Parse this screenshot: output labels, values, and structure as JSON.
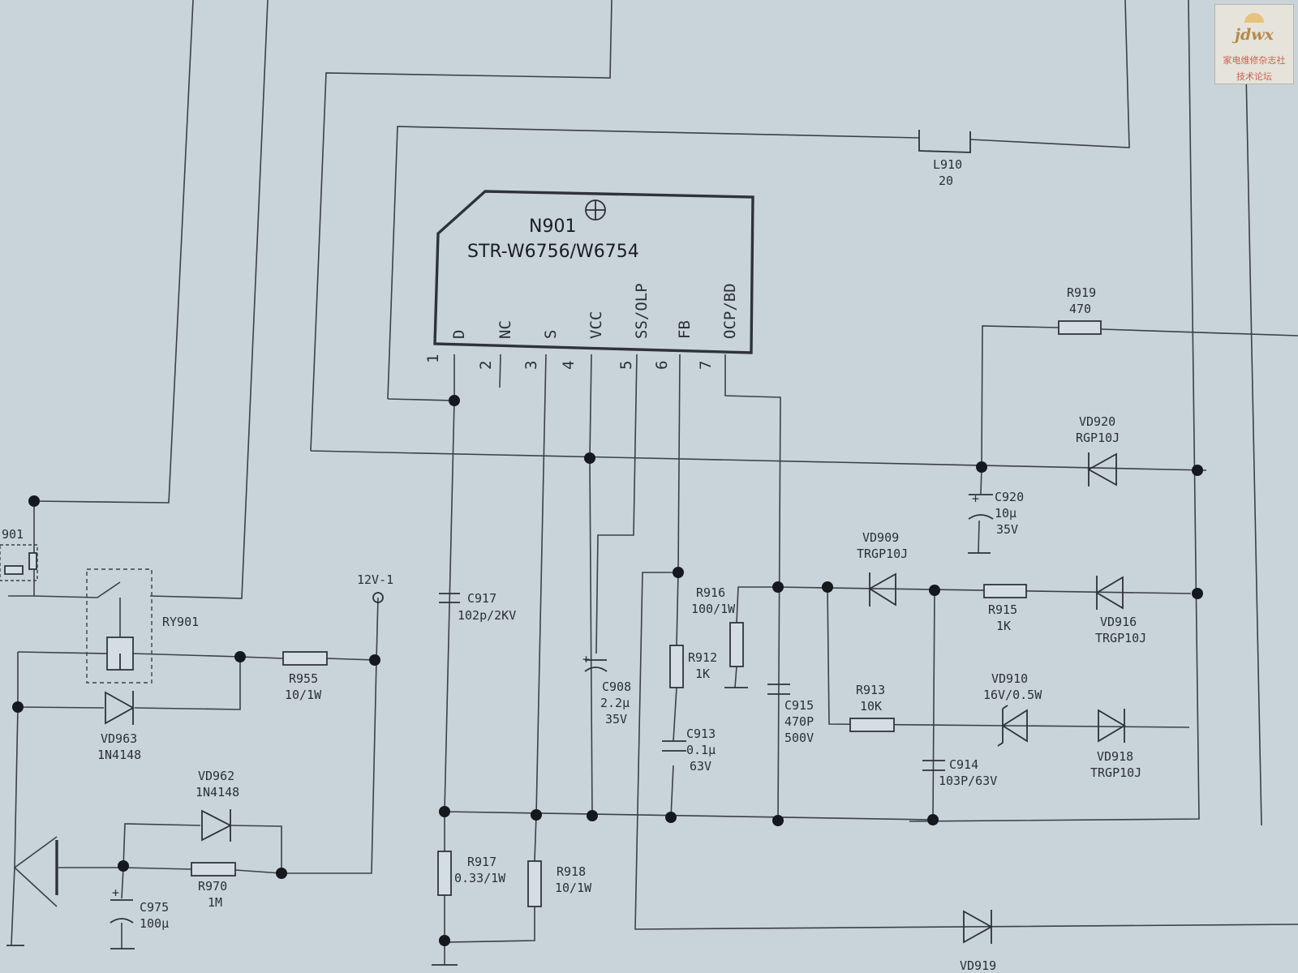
{
  "watermark": {
    "logo_text": "jdwx",
    "line1": "家电维修杂志社",
    "line2": "技术论坛",
    "colors": {
      "accent": "#b38a4d",
      "text": "#c9624d"
    }
  },
  "ic": {
    "ref": "N901",
    "part": "STR-W6756/W6754",
    "pins": [
      {
        "num": "1",
        "name": "D"
      },
      {
        "num": "2",
        "name": "NC"
      },
      {
        "num": "3",
        "name": "S"
      },
      {
        "num": "4",
        "name": "VCC"
      },
      {
        "num": "5",
        "name": "SS/OLP"
      },
      {
        "num": "6",
        "name": "FB"
      },
      {
        "num": "7",
        "name": "OCP/BD"
      }
    ]
  },
  "components": {
    "L910": {
      "ref": "L910",
      "value": "20"
    },
    "R919": {
      "ref": "R919",
      "value": "470"
    },
    "VD920": {
      "ref": "VD920",
      "value": "RGP10J"
    },
    "C920": {
      "ref": "C920",
      "value1": "10µ",
      "value2": "35V"
    },
    "VD909": {
      "ref": "VD909",
      "value": "TRGP10J"
    },
    "R915": {
      "ref": "R915",
      "value": "1K"
    },
    "VD916": {
      "ref": "VD916",
      "value": "TRGP10J"
    },
    "R916": {
      "ref": "R916",
      "value": "100/1W"
    },
    "R912": {
      "ref": "R912",
      "value": "1K"
    },
    "C913": {
      "ref": "C913",
      "value1": "0.1µ",
      "value2": "63V"
    },
    "C915": {
      "ref": "C915",
      "value1": "470P",
      "value2": "500V"
    },
    "R913": {
      "ref": "R913",
      "value": "10K"
    },
    "VD910": {
      "ref": "VD910",
      "value": "16V/0.5W"
    },
    "VD918": {
      "ref": "VD918",
      "value": "TRGP10J"
    },
    "C914": {
      "ref": "C914",
      "value": "103P/63V"
    },
    "C917": {
      "ref": "C917",
      "value": "102p/2KV"
    },
    "C908": {
      "ref": "C908",
      "value1": "2.2µ",
      "value2": "35V"
    },
    "R917": {
      "ref": "R917",
      "value": "0.33/1W"
    },
    "R918": {
      "ref": "R918",
      "value": "10/1W"
    },
    "VD919": {
      "ref": "VD919"
    },
    "RY901": {
      "ref": "RY901"
    },
    "R955": {
      "ref": "R955",
      "value": "10/1W"
    },
    "VD963": {
      "ref": "VD963",
      "value": "1N4148"
    },
    "VD962": {
      "ref": "VD962",
      "value": "1N4148"
    },
    "R970": {
      "ref": "R970",
      "value": "1M"
    },
    "C975": {
      "ref": "C975",
      "value": "100µ"
    },
    "power_label": "12V-1",
    "partial_ref": "901"
  }
}
